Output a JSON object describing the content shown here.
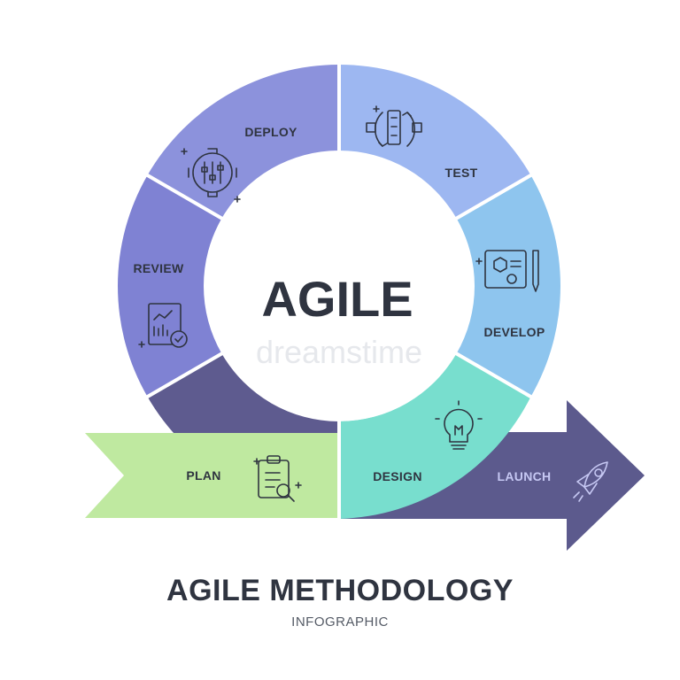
{
  "center": {
    "title": "AGILE"
  },
  "phases": [
    {
      "key": "deploy",
      "label": "DEPLOY",
      "icon": "gear-sliders-icon"
    },
    {
      "key": "test",
      "label": "TEST",
      "icon": "cycle-flow-icon"
    },
    {
      "key": "develop",
      "label": "DEVELOP",
      "icon": "blueprint-pencil-icon"
    },
    {
      "key": "design",
      "label": "DESIGN",
      "icon": "lightbulb-icon"
    },
    {
      "key": "review",
      "label": "REVIEW",
      "icon": "report-check-icon"
    },
    {
      "key": "plan",
      "label": "PLAN",
      "icon": "clipboard-search-icon"
    },
    {
      "key": "launch",
      "label": "LAUNCH",
      "icon": "rocket-icon"
    }
  ],
  "colors": {
    "deploy": "#8c92dc",
    "test": "#9db7f1",
    "develop": "#8ec5ee",
    "design": "#78dece",
    "review": "#7f82d3",
    "dark_segment": "#5e5b8f",
    "plan": "#bfe9a0",
    "launch": "#5c5a8d",
    "launch_text": "#c6c8f3"
  },
  "footer": {
    "title": "AGILE METHODOLOGY",
    "subtitle": "INFOGRAPHIC"
  },
  "watermark": "dreamstime"
}
